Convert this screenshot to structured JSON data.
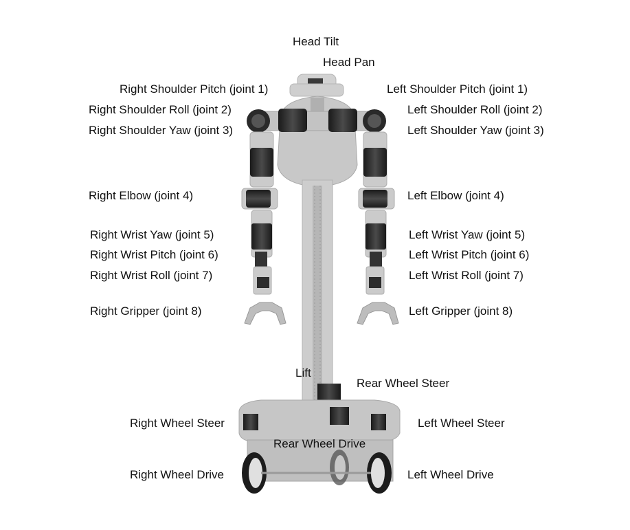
{
  "labels": {
    "head_tilt": "Head Tilt",
    "head_pan": "Head Pan",
    "right_shoulder_pitch": "Right Shoulder Pitch (joint 1)",
    "right_shoulder_roll": "Right Shoulder Roll (joint 2)",
    "right_shoulder_yaw": "Right Shoulder Yaw (joint 3)",
    "left_shoulder_pitch": "Left Shoulder Pitch (joint 1)",
    "left_shoulder_roll": "Left Shoulder Roll (joint 2)",
    "left_shoulder_yaw": "Left Shoulder Yaw (joint 3)",
    "right_elbow": "Right Elbow (joint 4)",
    "left_elbow": "Left Elbow (joint 4)",
    "right_wrist_yaw": "Right Wrist Yaw  (joint 5)",
    "right_wrist_pitch": "Right Wrist Pitch  (joint 6)",
    "right_wrist_roll": "Right Wrist Roll  (joint 7)",
    "left_wrist_yaw": "Left Wrist Yaw  (joint 5)",
    "left_wrist_pitch": "Left Wrist Pitch  (joint 6)",
    "left_wrist_roll": "Left Wrist Roll  (joint 7)",
    "right_gripper": "Right Gripper  (joint 8)",
    "left_gripper": "Left Gripper  (joint 8)",
    "lift": "Lift",
    "rear_wheel_steer": "Rear Wheel Steer",
    "right_wheel_steer": "Right Wheel Steer",
    "left_wheel_steer": "Left Wheel Steer",
    "rear_wheel_drive": "Rear Wheel Drive",
    "right_wheel_drive": "Right Wheel Drive",
    "left_wheel_drive": "Left Wheel Drive"
  },
  "colors": {
    "body": "#c9c9c9",
    "body_dark": "#a8a8a8",
    "motor": "#2e2e2e",
    "text": "#111111"
  }
}
